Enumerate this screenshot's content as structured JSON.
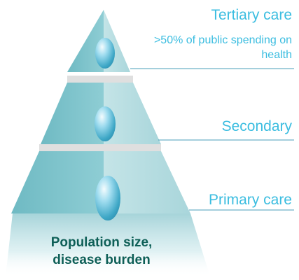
{
  "diagram": {
    "tiers": [
      {
        "title": "Tertiary care",
        "note": ">50% of public spending on health"
      },
      {
        "title": "Secondary"
      },
      {
        "title": "Primary care"
      }
    ],
    "base_label_line1": "Population size,",
    "base_label_line2": "disease burden"
  },
  "colors": {
    "label_accent": "#3bbde0",
    "base_text": "#0e5f57",
    "face_left": "#7fc4cc",
    "face_right": "#b6dde1",
    "leader_line": "#4a9fb8"
  }
}
